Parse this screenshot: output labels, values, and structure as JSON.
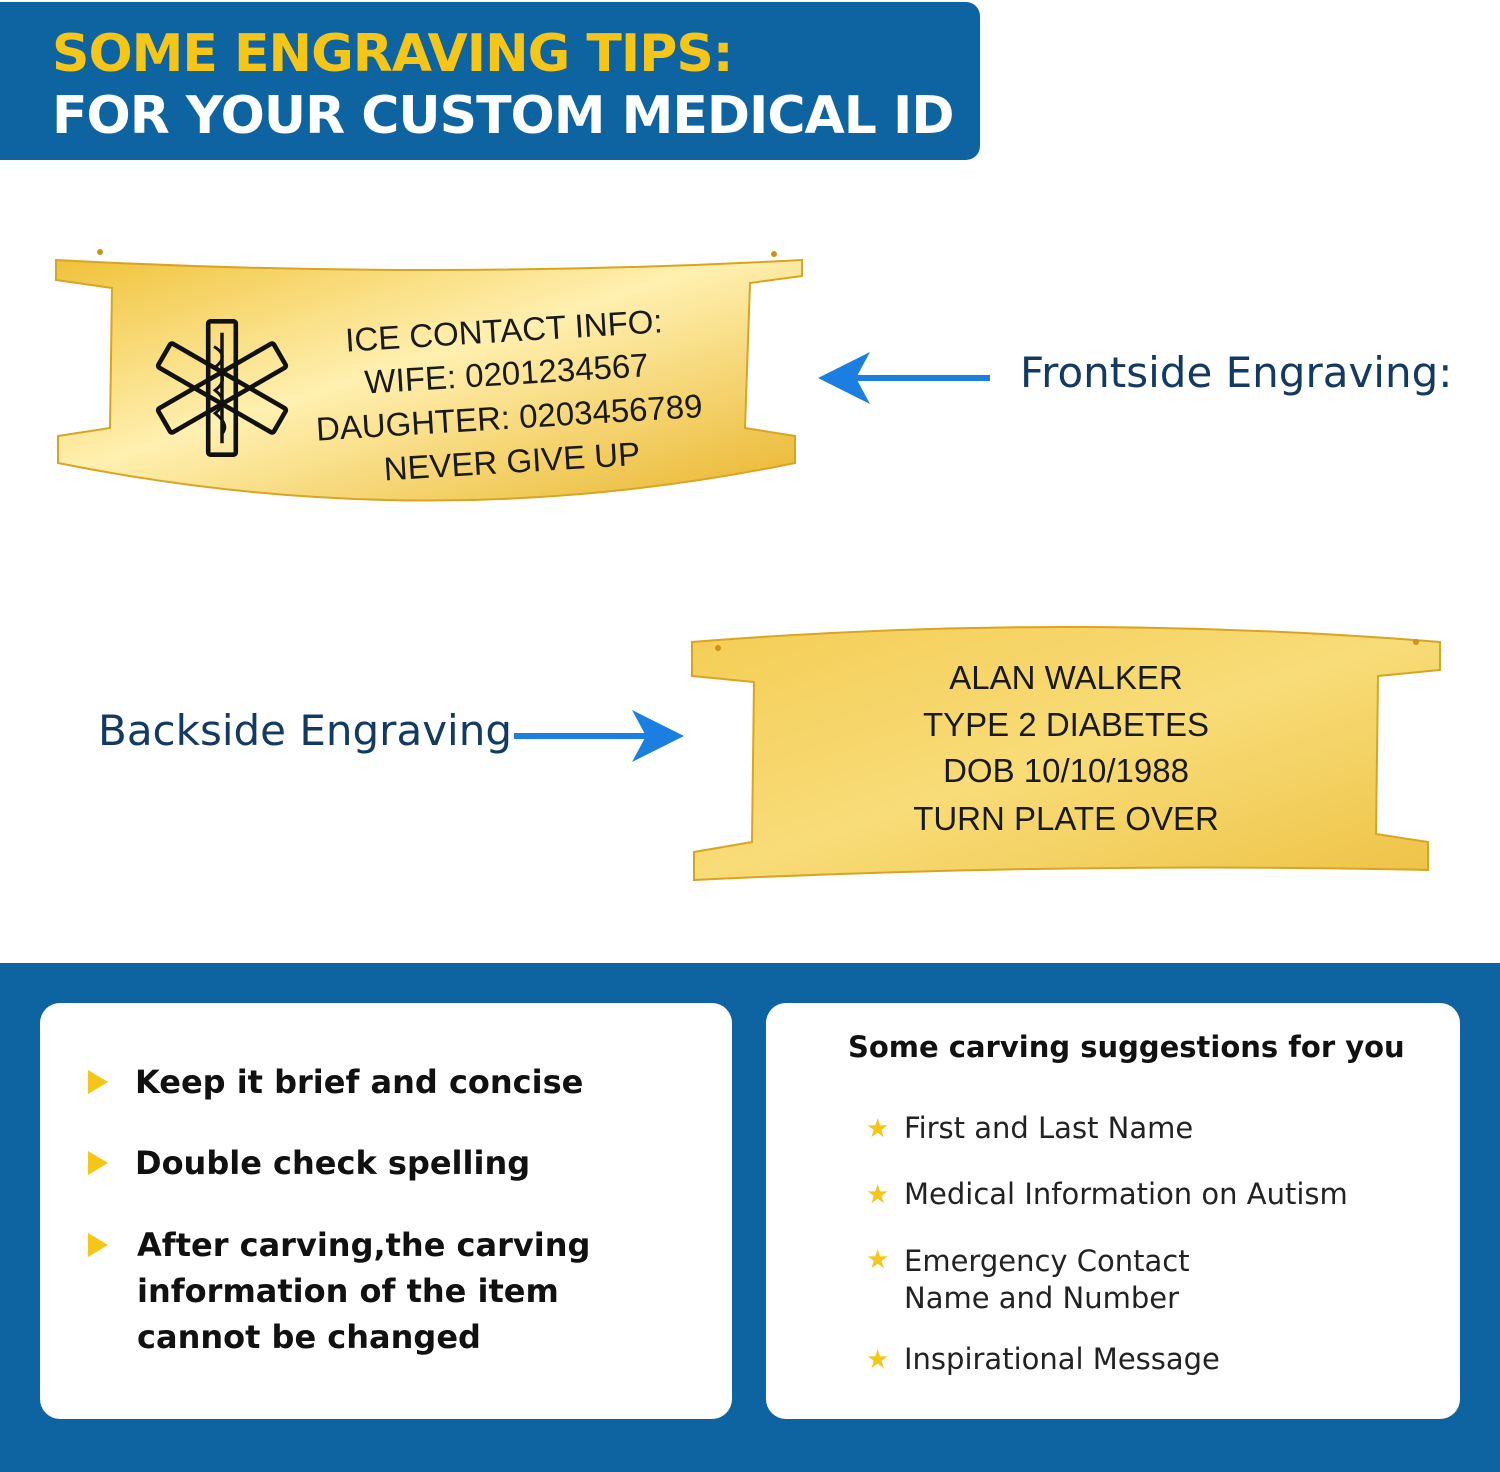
{
  "header": {
    "line1": "SOME ENGRAVING TIPS:",
    "line2": "FOR YOUR CUSTOM MEDICAL ID"
  },
  "front_plate": {
    "lines": [
      "ICE CONTACT INFO:",
      "WIFE: 0201234567",
      "DAUGHTER: 0203456789",
      "NEVER GIVE UP"
    ],
    "icon": "star-of-life-icon"
  },
  "back_plate": {
    "lines": [
      "ALAN WALKER",
      "TYPE 2 DIABETES",
      "DOB 10/10/1988",
      "TURN PLATE OVER"
    ]
  },
  "labels": {
    "frontside": "Frontside Engraving:",
    "backside": "Backside Engraving"
  },
  "tips": {
    "items": [
      {
        "lines": [
          "Keep it brief and concise"
        ]
      },
      {
        "lines": [
          "Double check spelling"
        ]
      },
      {
        "lines": [
          "After carving,the carving",
          "information of the item",
          "cannot be changed"
        ]
      }
    ]
  },
  "suggestions": {
    "title": "Some carving suggestions for you",
    "items": [
      {
        "lines": [
          "First and Last Name"
        ]
      },
      {
        "lines": [
          "Medical Information on Autism"
        ]
      },
      {
        "lines": [
          "Emergency Contact",
          "Name and Number"
        ]
      },
      {
        "lines": [
          "Inspirational Message"
        ]
      }
    ]
  },
  "colors": {
    "brand_blue": "#0e64a0",
    "accent_yellow": "#f5c518",
    "arrow_blue": "#1a7fe0",
    "gold": "#f2c94c"
  }
}
